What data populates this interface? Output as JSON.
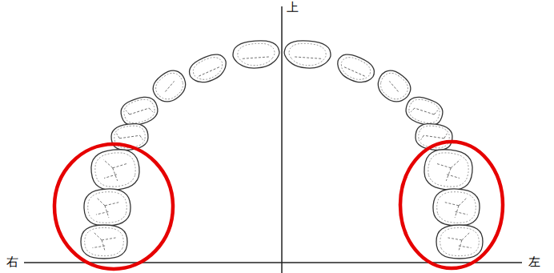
{
  "diagram": {
    "labels": [
      "上",
      "右",
      "左"
    ]
  }
}
